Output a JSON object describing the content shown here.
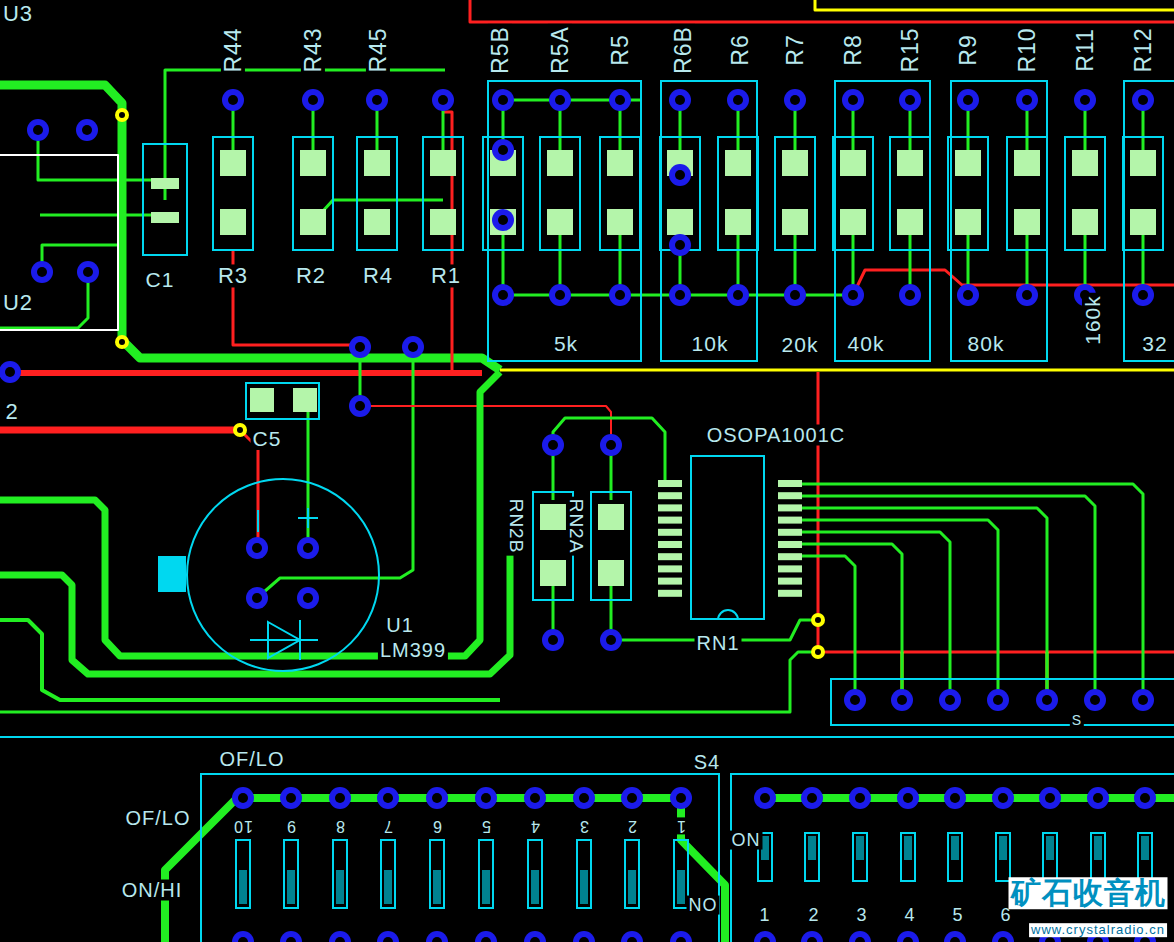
{
  "diagram": {
    "nodes": [
      {
        "text": [
          "C1"
        ]
      },
      {
        "text": [
          "5k"
        ]
      },
      {
        "text": [
          "10k"
        ]
      },
      {
        "text": [
          "40k"
        ]
      },
      {
        "text": [
          "80k"
        ]
      },
      {
        "text": [
          "32"
        ]
      },
      {
        "text": [
          "C5"
        ]
      },
      {
        "text": [
          "U1",
          "LM399"
        ]
      },
      {
        "text": [
          "OSOPA1001C",
          "RN1"
        ]
      },
      {
        "text": [
          "S"
        ]
      },
      {
        "text": [
          "OF/LO"
        ]
      },
      {
        "text": [
          "S4"
        ]
      }
    ],
    "labels": [
      "U3",
      "R44",
      "R43",
      "R45",
      "R5B",
      "R5A",
      "R5",
      "R6B",
      "R6",
      "R7",
      "R8",
      "R15",
      "R9",
      "R10",
      "R11",
      "R12",
      "R3",
      "R2",
      "R4",
      "R1",
      "U2",
      "2",
      "20k",
      "160k",
      "RN2B",
      "RN2A",
      "10",
      "9",
      "8",
      "7",
      "6",
      "5",
      "4",
      "3",
      "2",
      "1",
      "OF/LO",
      "ON/HI",
      "NO",
      "ON",
      "1",
      "2",
      "3",
      "4",
      "5",
      "6",
      "矿石收音机",
      "www.crystalradio.cn"
    ]
  }
}
